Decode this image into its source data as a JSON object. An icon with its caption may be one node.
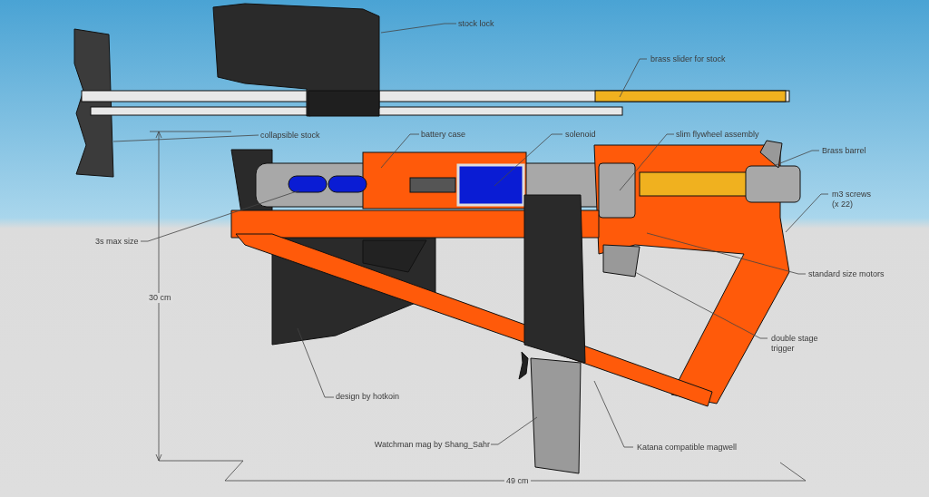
{
  "diagram": {
    "nodes": [
      {
        "text": [
          "stock lock"
        ]
      },
      {
        "text": [
          "brass slider for stock"
        ]
      },
      {
        "text": [
          "collapsible stock"
        ]
      },
      {
        "text": [
          "battery case"
        ]
      },
      {
        "text": [
          "solenoid"
        ]
      },
      {
        "text": [
          "slim flywheel assembly"
        ]
      },
      {
        "text": [
          "Brass barrel"
        ]
      },
      {
        "text": [
          "m3 screws (x 22)"
        ]
      },
      {
        "text": [
          "3s max size"
        ]
      },
      {
        "text": [
          "standard size motors"
        ]
      },
      {
        "text": [
          "double stage trigger"
        ]
      },
      {
        "text": [
          "design by hotkoin"
        ]
      },
      {
        "text": [
          "Watchman mag by Shang_Sahr"
        ]
      },
      {
        "text": [
          "Katana compatible magwell"
        ]
      }
    ],
    "edges": [
      {
        "from": 0,
        "to": null,
        "arrow": "none"
      },
      {
        "from": 1,
        "to": null,
        "arrow": "none"
      },
      {
        "from": 2,
        "to": null,
        "arrow": "none"
      },
      {
        "from": 3,
        "to": null,
        "arrow": "none"
      },
      {
        "from": 4,
        "to": null,
        "arrow": "none"
      },
      {
        "from": 5,
        "to": null,
        "arrow": "none"
      },
      {
        "from": 6,
        "to": null,
        "arrow": "none"
      },
      {
        "from": 7,
        "to": null,
        "arrow": "none"
      },
      {
        "from": 8,
        "to": null,
        "arrow": "none"
      },
      {
        "from": 9,
        "to": null,
        "arrow": "none"
      },
      {
        "from": 10,
        "to": null,
        "arrow": "none"
      },
      {
        "from": 11,
        "to": null,
        "arrow": "none"
      },
      {
        "from": 12,
        "to": null,
        "arrow": "none"
      },
      {
        "from": 13,
        "to": null,
        "arrow": "none"
      }
    ],
    "labels": [
      "30 cm",
      "49 cm"
    ]
  }
}
